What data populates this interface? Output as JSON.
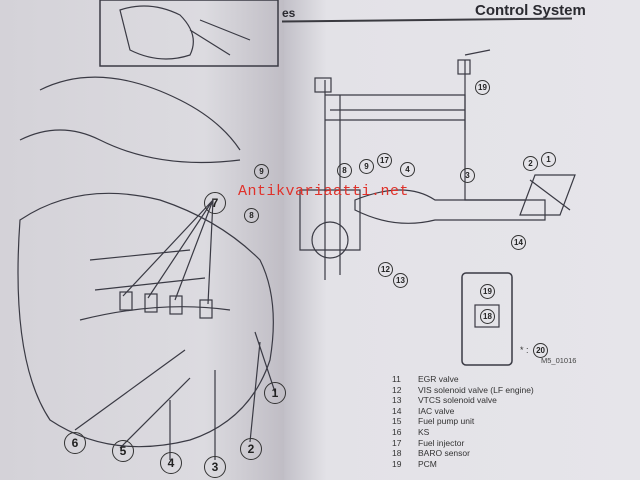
{
  "header": {
    "title": "Control System",
    "partial_title": "es",
    "watermark": "Antikvariaatti.net"
  },
  "figure": {
    "code": "M5_01016",
    "note_symbol": "* :",
    "note_ref": "20",
    "callouts_right": [
      "1",
      "2",
      "3",
      "4",
      "8",
      "9",
      "12",
      "13",
      "14",
      "17",
      "18",
      "19"
    ],
    "callouts_left": [
      "1",
      "2",
      "3",
      "4",
      "5",
      "6",
      "7",
      "8",
      "9"
    ]
  },
  "legend": [
    {
      "num": "11",
      "label": "EGR valve"
    },
    {
      "num": "12",
      "label": "VIS solenoid valve (LF engine)"
    },
    {
      "num": "13",
      "label": "VTCS solenoid valve"
    },
    {
      "num": "14",
      "label": "IAC valve"
    },
    {
      "num": "15",
      "label": "Fuel pump unit"
    },
    {
      "num": "16",
      "label": "KS"
    },
    {
      "num": "17",
      "label": "Fuel injector"
    },
    {
      "num": "18",
      "label": "BARO sensor"
    },
    {
      "num": "19",
      "label": "PCM"
    }
  ]
}
